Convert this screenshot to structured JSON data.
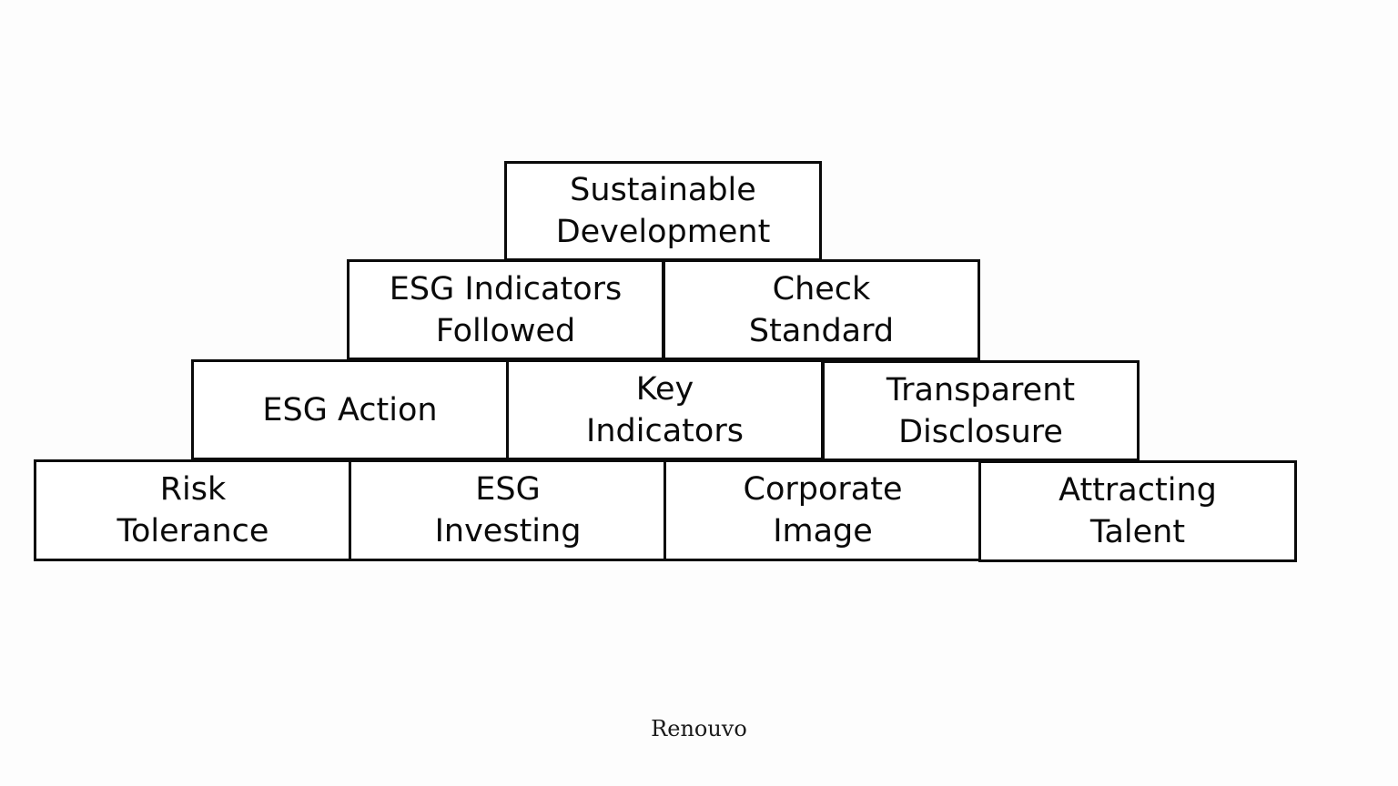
{
  "pyramid": {
    "row1": {
      "sustainable": [
        "Sustainable",
        "Development"
      ]
    },
    "row2": {
      "esg_indicators": [
        "ESG Indicators",
        "Followed"
      ],
      "check_standard": [
        "Check",
        "Standard"
      ]
    },
    "row3": {
      "esg_action": [
        "ESG Action"
      ],
      "key_indicators": [
        "Key",
        "Indicators"
      ],
      "transparent": [
        "Transparent",
        "Disclosure"
      ]
    },
    "row4": {
      "risk": [
        "Risk",
        "Tolerance"
      ],
      "esg_investing": [
        "ESG",
        "Investing"
      ],
      "corporate": [
        "Corporate",
        "Image"
      ],
      "attracting": [
        "Attracting",
        "Talent"
      ]
    }
  },
  "footer": {
    "brand": "Renouvo"
  },
  "colors": {
    "border": "#0a0a0a",
    "text": "#0a0a0a",
    "background": "#fdfdfd"
  }
}
